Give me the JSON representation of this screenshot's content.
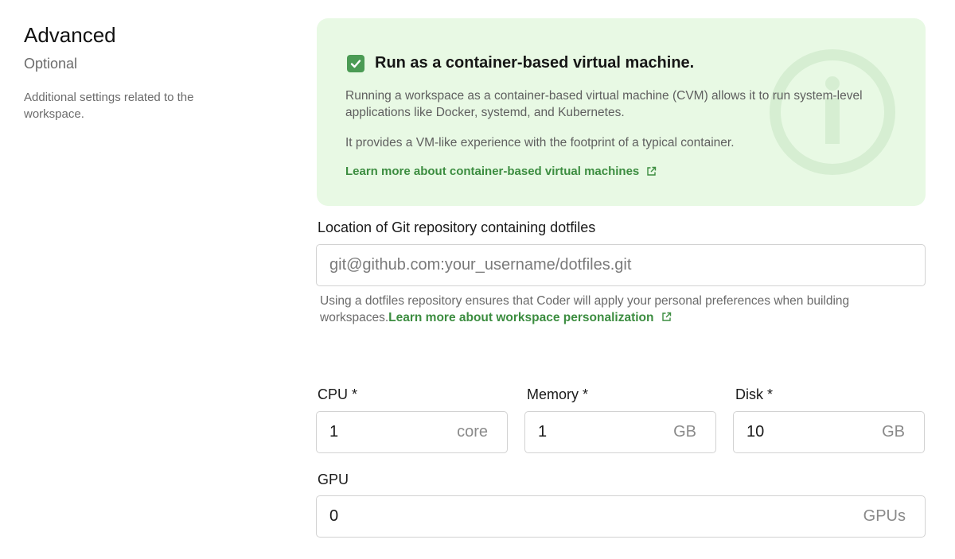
{
  "section": {
    "title": "Advanced",
    "subtitle": "Optional",
    "description": "Additional settings related to the workspace."
  },
  "cvm": {
    "checked": true,
    "title": "Run as a container-based virtual machine.",
    "paragraph1": "Running a workspace as a container-based virtual machine (CVM) allows it to run system-level applications like Docker, systemd, and Kubernetes.",
    "paragraph2": "It provides a VM-like experience with the footprint of a typical container.",
    "link_label": "Learn more about container-based virtual machines",
    "accent_color": "#4b9b54",
    "background_color": "#e8f9e4"
  },
  "dotfiles": {
    "label": "Location of Git repository containing dotfiles",
    "placeholder": "git@github.com:your_username/dotfiles.git",
    "value": "",
    "helper_text": "Using a dotfiles repository ensures that Coder will apply your personal preferences when building workspaces.",
    "helper_link": "Learn more about workspace personalization"
  },
  "resources": {
    "cpu": {
      "label": "CPU *",
      "value": "1",
      "unit": "core"
    },
    "memory": {
      "label": "Memory *",
      "value": "1",
      "unit": "GB"
    },
    "disk": {
      "label": "Disk *",
      "value": "10",
      "unit": "GB"
    },
    "gpu": {
      "label": "GPU",
      "value": "0",
      "unit": "GPUs"
    }
  },
  "colors": {
    "link": "#3c8d40",
    "border": "#d2d2d2",
    "muted_text": "#6b6b6b"
  }
}
